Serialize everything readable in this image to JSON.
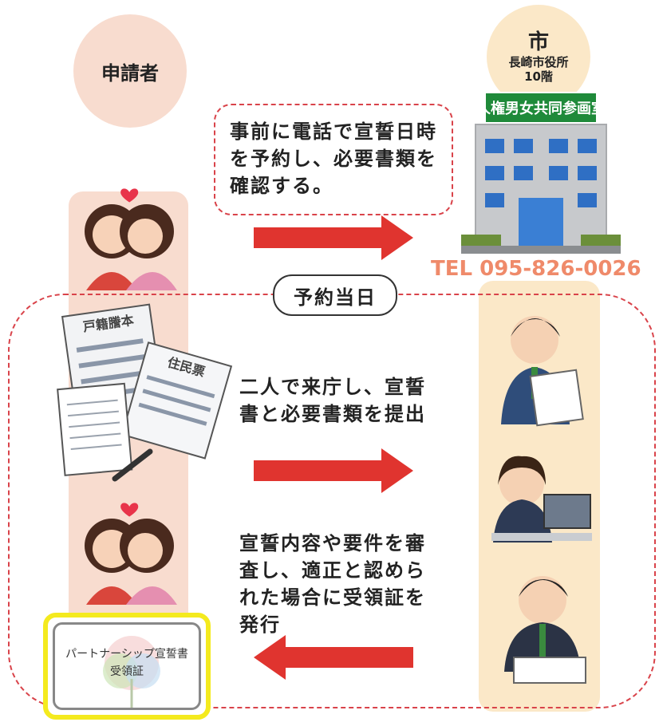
{
  "applicant": {
    "label": "申請者"
  },
  "city": {
    "title": "市",
    "location": "長崎市役所",
    "floor": "10階",
    "office_sign": "人権男女共同参画室"
  },
  "prior_step": {
    "text": "事前に電話で宣誓日時を予約し、必要書類を確認する。"
  },
  "contact": {
    "tel": "TEL 095-826-0026"
  },
  "day_label": "予約当日",
  "documents": {
    "family_register": "戸籍謄本",
    "residence_card": "住民票"
  },
  "steps": {
    "submit": "二人で来庁し、宣誓書と必要書類を提出",
    "review": "宣誓内容や要件を審査し、適正と認められた場合に受領証を発行"
  },
  "certificate": {
    "title": "パートナーシップ宣誓書",
    "subtitle": "受領証"
  },
  "colors": {
    "accent_red": "#e0342f",
    "applicant_bg": "#f8dccf",
    "city_bg": "#fbe8c8",
    "tel": "#ef8a6a",
    "frame_yellow": "#f4ea1e"
  }
}
